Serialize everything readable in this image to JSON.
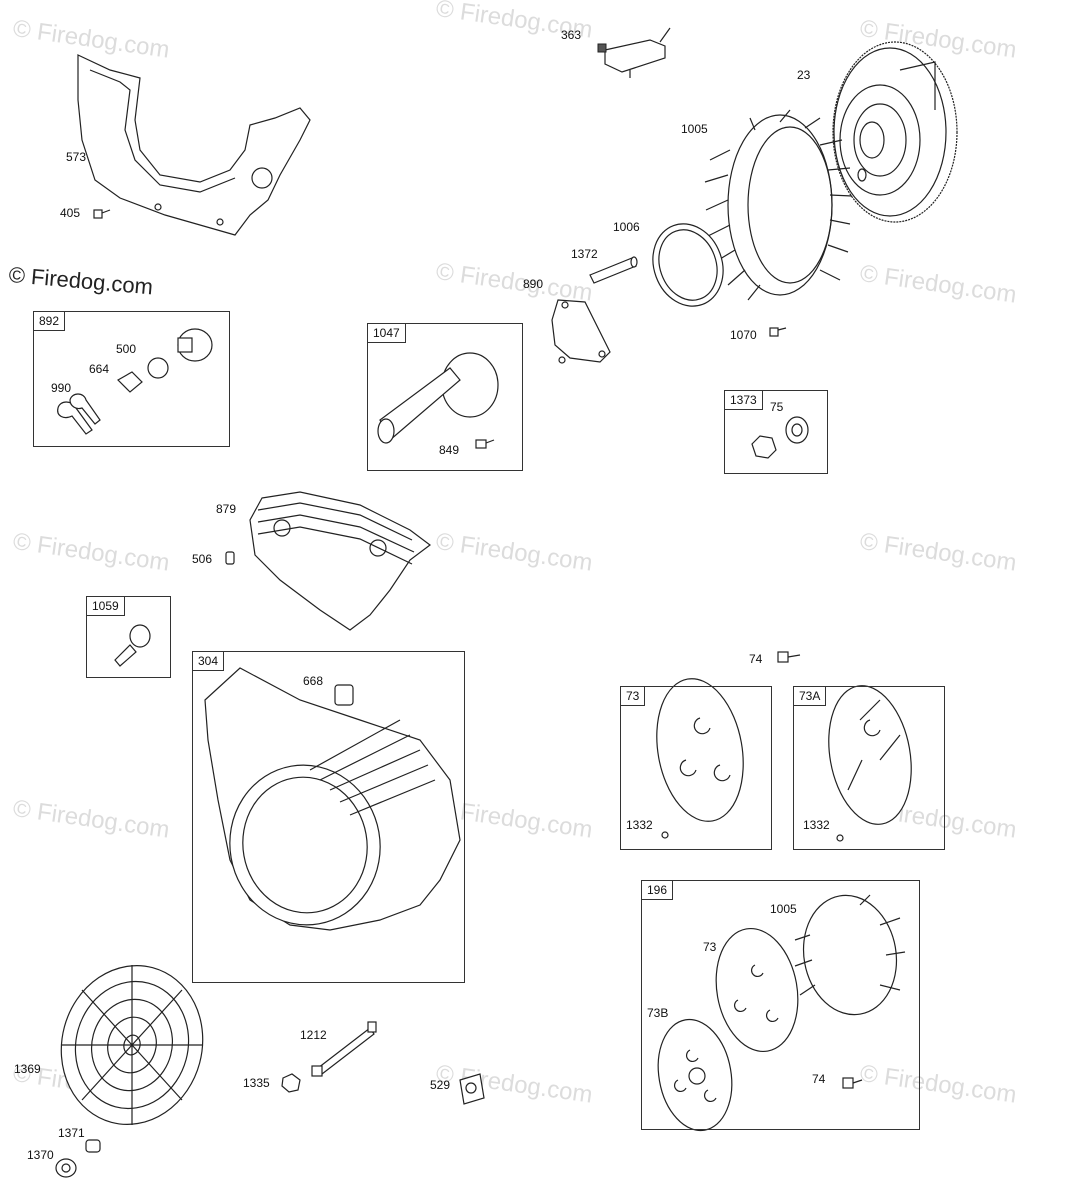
{
  "watermark_text": "© Firedog.com",
  "copyright_text": "© Firedog.com",
  "callouts": {
    "c363": "363",
    "c23": "23",
    "c1005a": "1005",
    "c573": "573",
    "c405": "405",
    "c1006": "1006",
    "c1372": "1372",
    "c890": "890",
    "c1070": "1070",
    "c500": "500",
    "c664": "664",
    "c990": "990",
    "c849": "849",
    "c75": "75",
    "c879": "879",
    "c506": "506",
    "c668": "668",
    "c74a": "74",
    "c1332a": "1332",
    "c1332b": "1332",
    "c1005b": "1005",
    "c73in": "73",
    "c73B": "73B",
    "c74b": "74",
    "c1212": "1212",
    "c1335": "1335",
    "c529": "529",
    "c1369": "1369",
    "c1371": "1371",
    "c1370": "1370"
  },
  "boxes": {
    "b892": "892",
    "b1047": "1047",
    "b1373": "1373",
    "b1059": "1059",
    "b304": "304",
    "b73": "73",
    "b73A": "73A",
    "b196": "196"
  }
}
